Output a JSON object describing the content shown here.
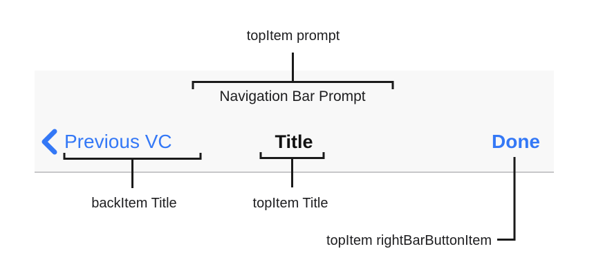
{
  "colors": {
    "accent_blue": "#3478f6",
    "bar_background": "#f8f8f8",
    "bar_border": "#c7c7c9",
    "line_color": "#1a1a1a"
  },
  "navigation_bar": {
    "prompt": "Navigation Bar Prompt",
    "back_button_label": "Previous VC",
    "back_chevron_icon": "chevron-left-icon",
    "title": "Title",
    "right_button_label": "Done"
  },
  "annotations": {
    "top_prompt": "topItem prompt",
    "back_item_title": "backItem Title",
    "top_item_title": "topItem Title",
    "right_bar_button_item": "topItem rightBarButtonItem"
  }
}
